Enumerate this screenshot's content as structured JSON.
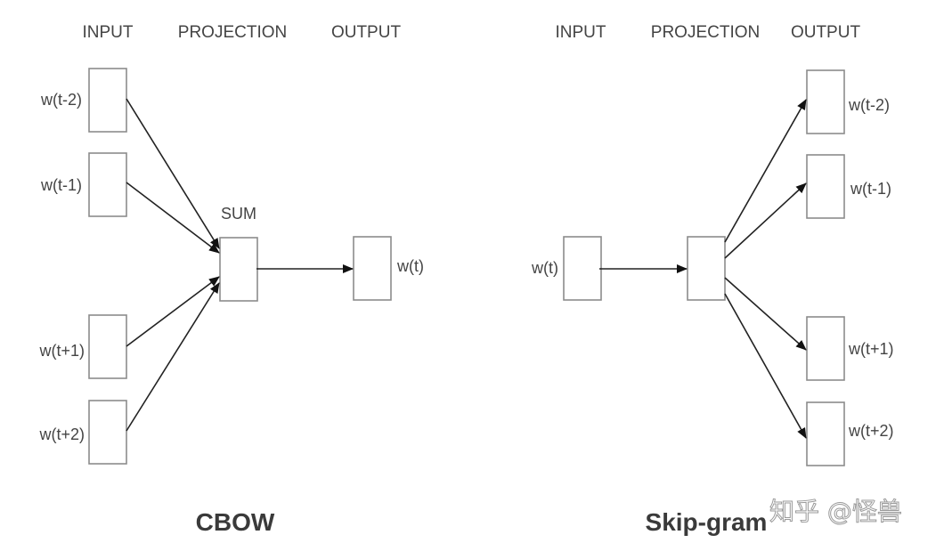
{
  "cbow": {
    "title": "CBOW",
    "headers": {
      "input": "INPUT",
      "projection": "PROJECTION",
      "output": "OUTPUT"
    },
    "inputs": [
      "w(t-2)",
      "w(t-1)",
      "w(t+1)",
      "w(t+2)"
    ],
    "projection_label": "SUM",
    "output": "w(t)"
  },
  "skipgram": {
    "title": "Skip-gram",
    "headers": {
      "input": "INPUT",
      "projection": "PROJECTION",
      "output": "OUTPUT"
    },
    "input": "w(t)",
    "outputs": [
      "w(t-2)",
      "w(t-1)",
      "w(t+1)",
      "w(t+2)"
    ]
  },
  "watermark": "知乎 @怪兽"
}
